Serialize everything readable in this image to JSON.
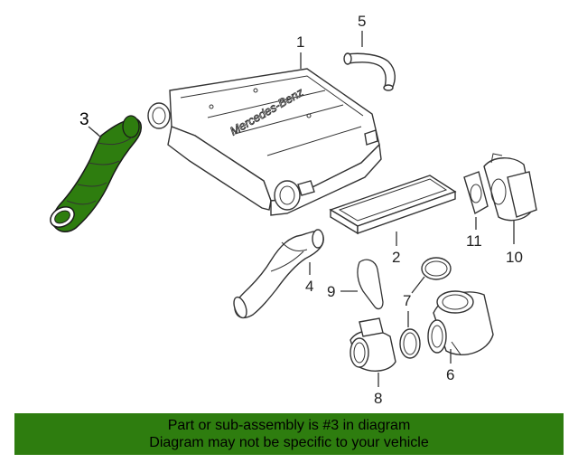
{
  "callouts": {
    "c1": "1",
    "c2": "2",
    "c3": "3",
    "c4": "4",
    "c5": "5",
    "c6": "6",
    "c7": "7",
    "c8": "8",
    "c9": "9",
    "c10": "10",
    "c11": "11"
  },
  "brand_text": "Mercedes-Benz",
  "highlight_color": "#2e7d0f",
  "banner": {
    "line1": "Part or sub-assembly is #3 in diagram",
    "line2": "Diagram may not be specific to your vehicle"
  }
}
